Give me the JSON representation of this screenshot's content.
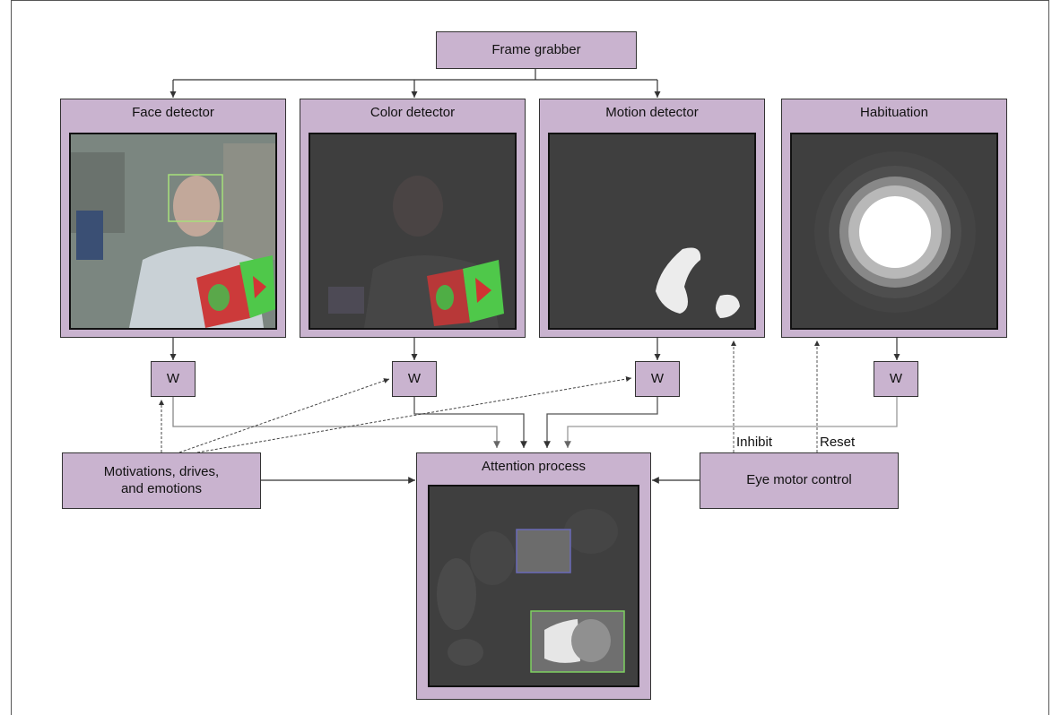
{
  "frame_grabber": "Frame grabber",
  "panels": {
    "face": "Face detector",
    "color": "Color detector",
    "motion": "Motion detector",
    "habituation": "Habituation"
  },
  "weights": [
    "W",
    "W",
    "W",
    "W"
  ],
  "motivations": [
    "Motivations, drives,",
    "and emotions"
  ],
  "attention": "Attention process",
  "eye_motor": "Eye motor control",
  "inhibit": "Inhibit",
  "reset": "Reset",
  "colors": {
    "box_fill": "#c9b3cf",
    "screen_bg": "#3f3f3f",
    "face_box": "#a8e07a",
    "attention_blue_box": "#6a6ab8",
    "attention_green_box": "#7ed060"
  }
}
